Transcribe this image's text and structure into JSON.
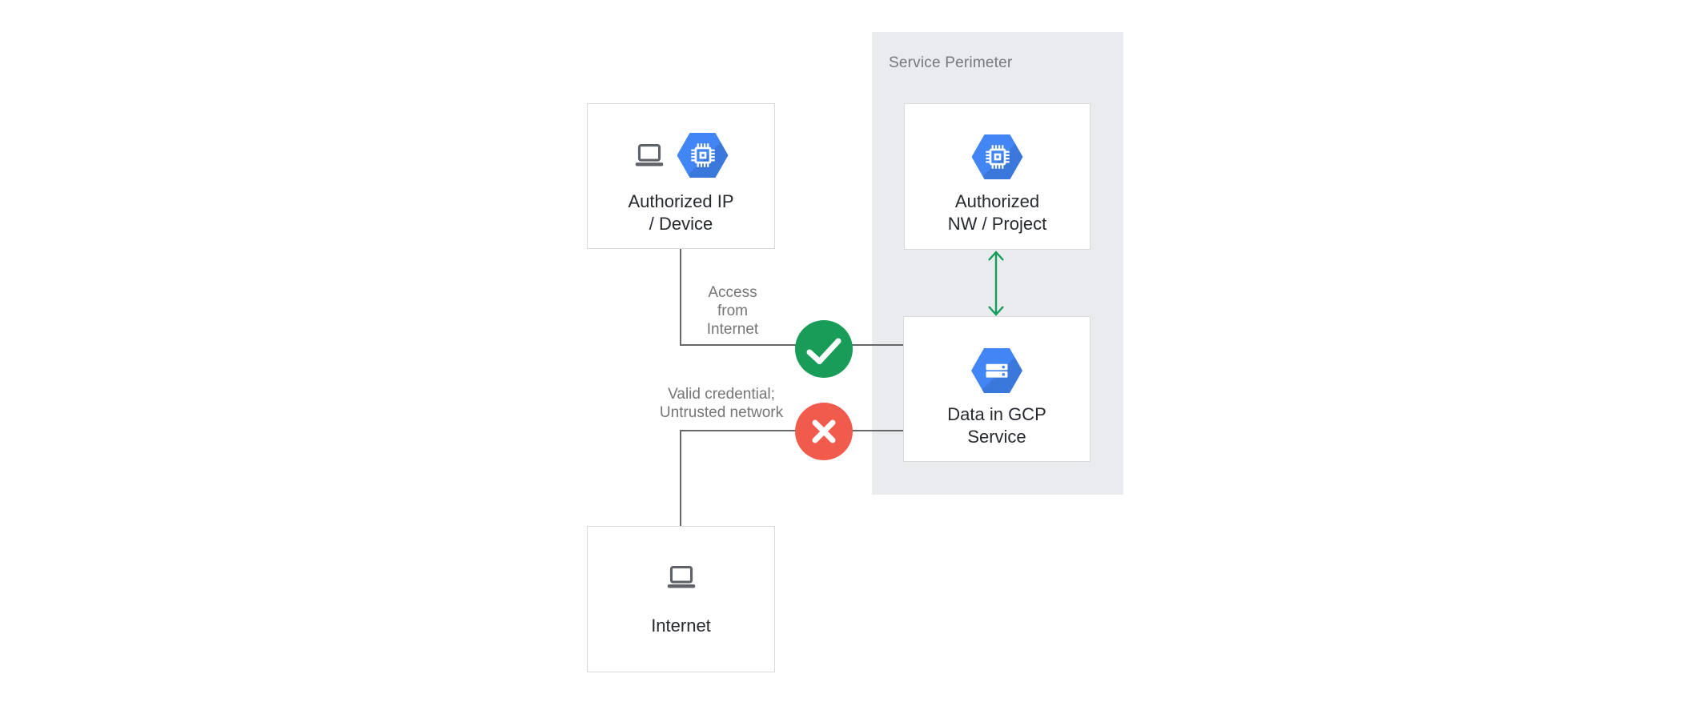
{
  "perimeter": {
    "label": "Service Perimeter"
  },
  "nodes": {
    "authorized_ip_device": {
      "title": [
        "Authorized IP",
        "/ Device"
      ],
      "icons": [
        "laptop-icon",
        "compute-engine-icon"
      ]
    },
    "authorized_nw_project": {
      "title": [
        "Authorized",
        "NW / Project"
      ],
      "icons": [
        "compute-engine-icon"
      ]
    },
    "data_in_gcp_service": {
      "title": [
        "Data in GCP",
        "Service"
      ],
      "icons": [
        "cloud-storage-icon"
      ]
    },
    "internet": {
      "title": [
        "Internet"
      ],
      "icons": [
        "laptop-icon"
      ]
    }
  },
  "connections": {
    "allowed": {
      "label": [
        "Access",
        "from",
        "Internet"
      ],
      "status": "allowed",
      "status_icon": "check-icon",
      "from": "authorized_ip_device",
      "to": "data_in_gcp_service"
    },
    "denied": {
      "label": [
        "Valid credential;",
        "Untrusted network"
      ],
      "status": "denied",
      "status_icon": "cross-icon",
      "from": "internet",
      "to": "data_in_gcp_service"
    },
    "perimeter_link": {
      "type": "bidirectional-arrow",
      "from": "authorized_nw_project",
      "to": "data_in_gcp_service"
    }
  },
  "colors": {
    "perimeter_bg": "#e9ebee",
    "node_border": "#d9d9d9",
    "gcp_blue": "#4285f4",
    "allowed_green": "#189c58",
    "arrow_green": "#0f9d58",
    "denied_red": "#f15b4b",
    "connector_gray": "#666869",
    "label_gray": "#757575",
    "title_dark": "#26292e",
    "laptop_gray": "#5f6368"
  }
}
